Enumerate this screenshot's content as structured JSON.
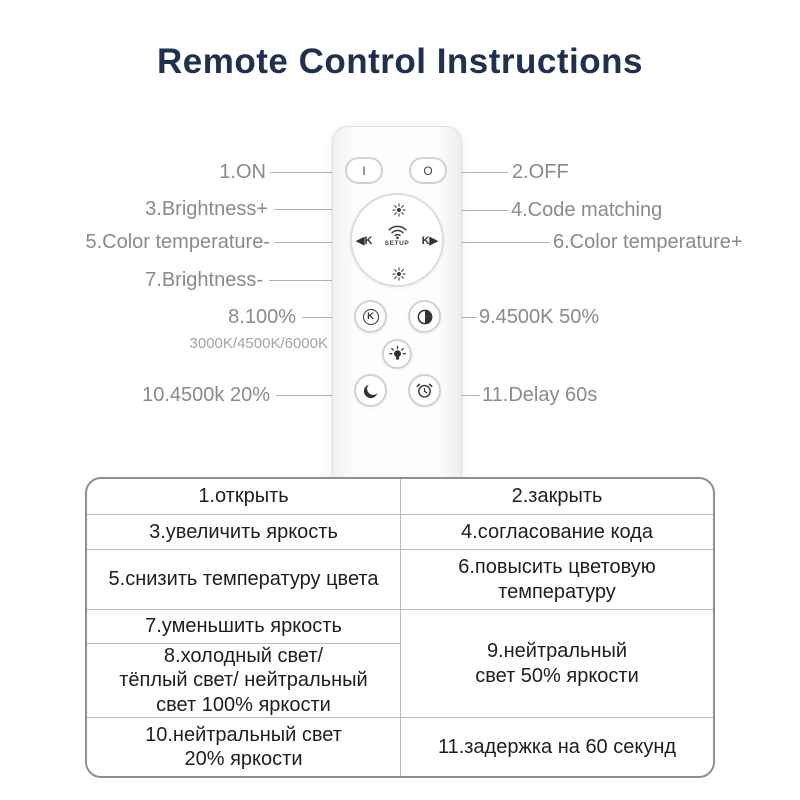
{
  "title": "Remote Control Instructions",
  "colors": {
    "title": "#20304f",
    "label": "#8a8a8a",
    "line": "#b3b3b3"
  },
  "remote": {
    "btn_on": "I",
    "btn_off": "O",
    "key_left": "◀K",
    "key_right": "K▶",
    "setup": "SETUP",
    "k_icon": "K"
  },
  "callouts": {
    "c1": "1.ON",
    "c2": "2.OFF",
    "c3": "3.Brightness+",
    "c4": "4.Code matching",
    "c5": "5.Color temperature-",
    "c6": "6.Color temperature+",
    "c7": "7.Brightness-",
    "c8": "8.100%",
    "c8_sub": "3000K/4500K/6000K",
    "c9": "9.4500K 50%",
    "c10": "10.4500k 20%",
    "c11": "11.Delay 60s"
  },
  "table": {
    "cell1": "1.открыть",
    "cell2": "2.закрыть",
    "cell3": "3.увеличить яркость",
    "cell4": "4.согласование кода",
    "cell5": "5.снизить температуру цвета",
    "cell6": "6.повысить цветовую\nтемпературу",
    "cell7": "7.уменьшить яркость",
    "cell8": "8.холодный свет/\nтёплый свет/ нейтральный\nсвет 100% яркости",
    "cell9": "9.нейтральный\nсвет 50% яркости",
    "cell10": "10.нейтральный свет\n20% яркости",
    "cell11": "11.задержка на 60 секунд"
  }
}
